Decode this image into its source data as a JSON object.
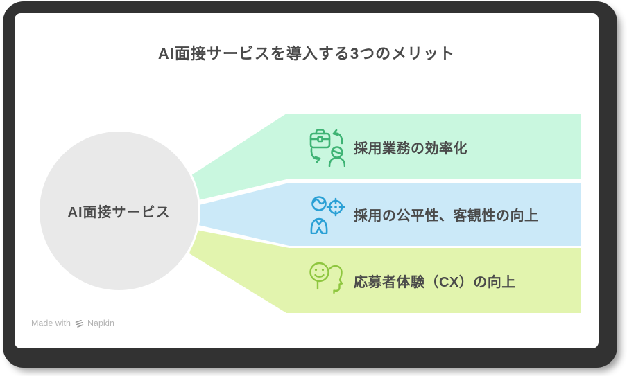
{
  "title": "AI面接サービスを導入する3つのメリット",
  "hub": {
    "label": "AI面接サービス"
  },
  "benefits": [
    {
      "label": "採用業務の効率化",
      "icon": "briefcase-person-cycle-icon",
      "band_color": "#c9f7df",
      "icon_color": "#3eb374"
    },
    {
      "label": "採用の公平性、客観性の向上",
      "icon": "person-target-icon",
      "band_color": "#cbe9f8",
      "icon_color": "#2aa0d5"
    },
    {
      "label": "応募者体験（CX）の向上",
      "icon": "smiley-head-profile-icon",
      "band_color": "#e2f4ae",
      "icon_color": "#8ec63f"
    }
  ],
  "watermark": {
    "prefix": "Made with",
    "brand": "Napkin"
  },
  "colors": {
    "frame": "#323232",
    "card": "#ffffff",
    "hub_circle": "#e9e9e9",
    "text": "#4a4a4a",
    "watermark_text": "#b5b5b5"
  }
}
